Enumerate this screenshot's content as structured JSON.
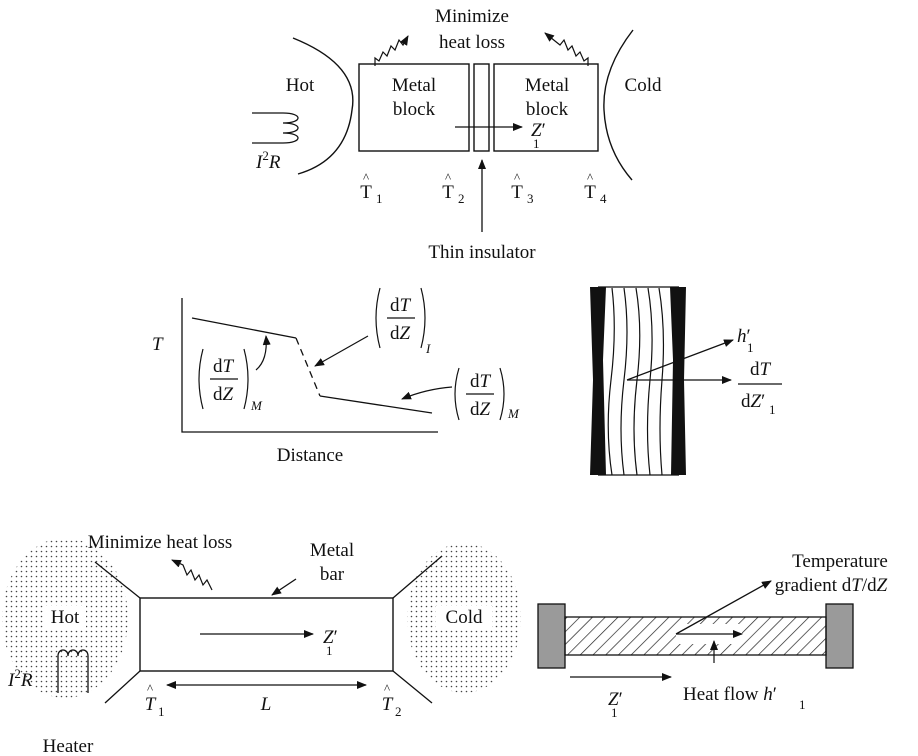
{
  "top": {
    "minimize_line1": "Minimize",
    "minimize_line2": "heat loss",
    "hot": "Hot",
    "cold": "Cold",
    "block_left_line1": "Metal",
    "block_left_line2": "block",
    "block_right_line1": "Metal",
    "block_right_line2": "block",
    "z_label": "Z",
    "z_prime": "′",
    "z_sub": "1",
    "i_label": "I",
    "i_sup": "2",
    "r_label": "R",
    "t_labels": [
      {
        "letter": "T",
        "hat": "^",
        "sub": "1"
      },
      {
        "letter": "T",
        "hat": "^",
        "sub": "2"
      },
      {
        "letter": "T",
        "hat": "^",
        "sub": "3"
      },
      {
        "letter": "T",
        "hat": "^",
        "sub": "4"
      }
    ],
    "insulator": "Thin insulator"
  },
  "middle": {
    "t_axis": "T",
    "distance": "Distance",
    "d": "d",
    "T": "T",
    "Z": "Z",
    "sub_I": "I",
    "sub_M": "M",
    "h_label": "h",
    "h_prime": "′",
    "h_sub": "1",
    "dT": "dT",
    "dZ": "dZ",
    "dz_prime": "′",
    "dz_sub": "1"
  },
  "bottom": {
    "minimize": "Minimize heat loss",
    "metal_line1": "Metal",
    "metal_line2": "bar",
    "hot": "Hot",
    "cold": "Cold",
    "z_label": "Z",
    "z_prime": "′",
    "z_sub": "1",
    "i_label": "I",
    "i_sup": "2",
    "r_label": "R",
    "heater": "Heater",
    "t1_hat": "^",
    "t1_letter": "T",
    "t1_sub": "1",
    "t2_hat": "^",
    "t2_letter": "T",
    "t2_sub": "2",
    "l_label": "L",
    "grad_line1": "Temperature",
    "grad_line2_a": "gradient d",
    "grad_line2_T": "T",
    "grad_line2_b": "/d",
    "grad_line2_Z": "Z",
    "z2_label": "Z",
    "z2_prime": "′",
    "z2_sub": "1",
    "heat_flow": "Heat flow ",
    "hf_h": "h",
    "hf_prime": "′",
    "hf_sub": "1"
  }
}
